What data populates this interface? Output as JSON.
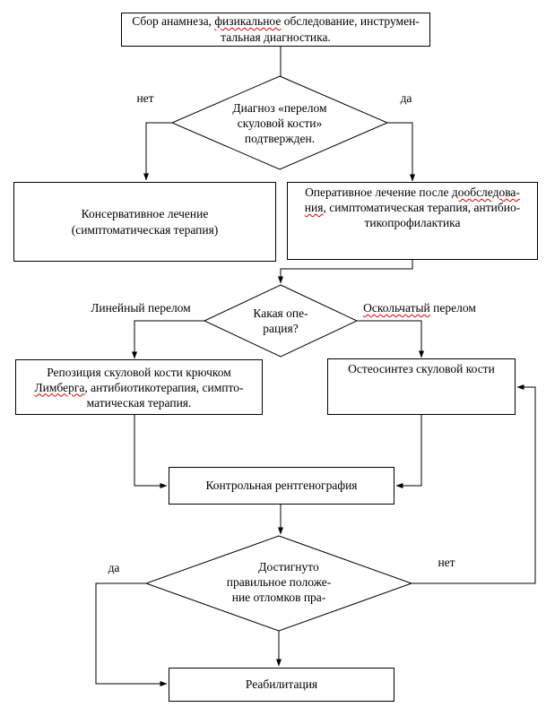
{
  "title": "Алгоритм лечения перелома скуловой кости (блок-схема)",
  "colors": {
    "background": "#ffffff",
    "line": "#000000",
    "misspell_squiggle": "#e00000"
  },
  "nodes": {
    "anamnesis": {
      "l1a": "Сбор анамнеза, ",
      "l1_sq": "физикальное",
      "l1b": " обследование, инструмен-",
      "l2": "тальная диагностика."
    },
    "diagnosis_decision": {
      "l1": "Диагноз «перелом",
      "l2": "скуловой кости»",
      "l3": "подтвержден."
    },
    "conservative": {
      "l1": "Консервативное лечение",
      "l2": "(симптоматическая терапия)"
    },
    "operative": {
      "l1a": "Оперативное лечение после ",
      "l1_sq": "дообследова-",
      "l2_sq": "ния",
      "l2a": ", симптоматическая терапия, антибио-",
      "l3": "тикопрофилактика"
    },
    "operation_decision": {
      "l1": "Какая опе-",
      "l2": "рация?"
    },
    "reposition": {
      "l1": "Репозиция скуловой кости крючком",
      "l2_sq": "Лимберга",
      "l2a": ", антибиотикотерапия, симпто-",
      "l3": "матическая терапия."
    },
    "osteosynthesis": {
      "l1": "Остеосинтез скуловой кости"
    },
    "xray": {
      "l1": "Контрольная рентгенография"
    },
    "position_decision": {
      "l1": "Достигнуто",
      "l2": "правильное положе-",
      "l3": "ние отломков пра-"
    },
    "rehabilitation": {
      "l1": "Реабилитация"
    }
  },
  "branch_labels": {
    "diagnosis_no": "нет",
    "diagnosis_yes": "да",
    "linear_fracture": "Линейный перелом",
    "comminuted_misspelled": "Оскольчатый",
    "comminuted_rest": " перелом",
    "position_yes": "да",
    "position_no": "нет"
  }
}
